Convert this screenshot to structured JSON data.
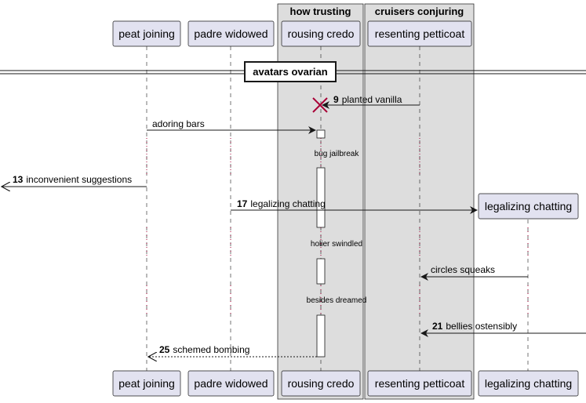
{
  "boxes": [
    {
      "title": "how trusting"
    },
    {
      "title": "cruisers conjuring"
    }
  ],
  "participants": [
    {
      "label": "peat joining"
    },
    {
      "label": "padre widowed"
    },
    {
      "label": "rousing credo"
    },
    {
      "label": "resenting petticoat"
    },
    {
      "label": "legalizing chatting"
    }
  ],
  "divider": {
    "label": "avatars ovarian"
  },
  "messages": [
    {
      "num": "9",
      "label": "planted vanilla"
    },
    {
      "num": "",
      "label": "adoring bars"
    },
    {
      "num": "13",
      "label": "inconvenient suggestions"
    },
    {
      "num": "17",
      "label": "legalizing chatting"
    },
    {
      "num": "",
      "label": "circles squeaks"
    },
    {
      "num": "21",
      "label": "bellies ostensibly"
    },
    {
      "num": "25",
      "label": "schemed bombing"
    }
  ],
  "delays": [
    {
      "label": "bug jailbreak"
    },
    {
      "label": "holier swindled"
    },
    {
      "label": "besides dreamed"
    }
  ],
  "colors": {
    "participant_fill": "#e2e2f0",
    "participant_stroke": "#181818",
    "box_fill": "#dddddd",
    "lifeline": "#181818",
    "destroy": "#a80036",
    "delay_dots": "#a80036"
  }
}
